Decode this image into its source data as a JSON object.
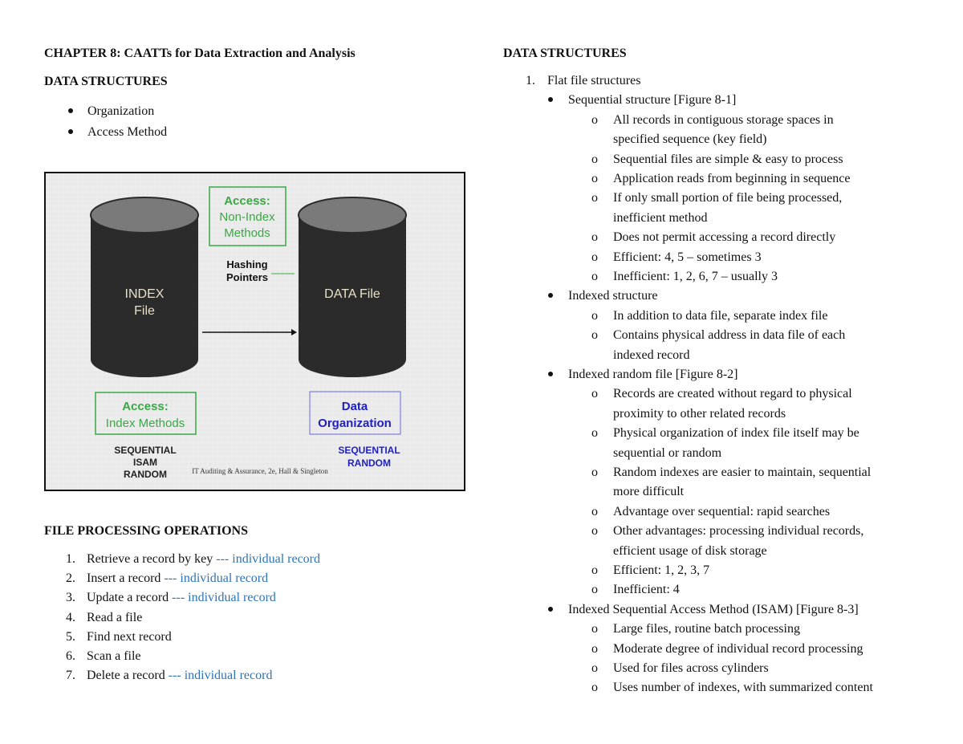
{
  "left": {
    "chapter_title": "CHAPTER 8: CAATTs for Data Extraction and Analysis",
    "section_title": "DATA STRUCTURES",
    "bullets": [
      "Organization",
      "Access Method"
    ],
    "figure": {
      "access_non_index": [
        "Access:",
        "Non-Index",
        "Methods"
      ],
      "hashing_pointers": [
        "Hashing",
        "Pointers"
      ],
      "index_file": [
        "INDEX",
        "File"
      ],
      "data_file": "DATA File",
      "access_index": [
        "Access:",
        "Index Methods"
      ],
      "data_organization": [
        "Data",
        "Organization"
      ],
      "index_methods_list": [
        "SEQUENTIAL",
        "ISAM",
        "RANDOM"
      ],
      "data_org_list": [
        "SEQUENTIAL",
        "RANDOM"
      ],
      "credit": "IT Auditing & Assurance, 2e, Hall & Singleton"
    },
    "ops_title": "FILE PROCESSING OPERATIONS",
    "ops": [
      {
        "num": "1.",
        "text": "Retrieve a record by key",
        "note": "--- individual record"
      },
      {
        "num": "2.",
        "text": "Insert a record",
        "note": "--- individual record"
      },
      {
        "num": "3.",
        "text": "Update a record",
        "note": "--- individual record"
      },
      {
        "num": "4.",
        "text": "Read a file",
        "note": ""
      },
      {
        "num": "5.",
        "text": "Find next record",
        "note": ""
      },
      {
        "num": "6.",
        "text": "Scan a file",
        "note": ""
      },
      {
        "num": "7.",
        "text": "Delete a record",
        "note": "--- individual record"
      }
    ]
  },
  "right": {
    "title": "DATA STRUCTURES",
    "lines": [
      {
        "level": 0,
        "marker": "1.",
        "text": "Flat file structures"
      },
      {
        "level": 1,
        "marker": "bullet",
        "text": "Sequential structure [Figure 8-1]"
      },
      {
        "level": 2,
        "marker": "o",
        "text": "All records in contiguous storage spaces in"
      },
      {
        "level": 3,
        "marker": "",
        "text": "specified sequence (key field)"
      },
      {
        "level": 2,
        "marker": "o",
        "text": "Sequential files are simple & easy to process"
      },
      {
        "level": 2,
        "marker": "o",
        "text": "Application reads from beginning in sequence"
      },
      {
        "level": 2,
        "marker": "o",
        "text": "If only small portion of file being processed,"
      },
      {
        "level": 3,
        "marker": "",
        "text": "inefficient method"
      },
      {
        "level": 2,
        "marker": "o",
        "text": "Does not permit accessing a record directly"
      },
      {
        "level": 2,
        "marker": "o",
        "text": "Efficient: 4, 5 – sometimes 3"
      },
      {
        "level": 2,
        "marker": "o",
        "text": "Inefficient: 1, 2, 6, 7 – usually 3"
      },
      {
        "level": 1,
        "marker": "bullet",
        "text": "Indexed structure"
      },
      {
        "level": 2,
        "marker": "o",
        "text": "In addition to data file, separate index file"
      },
      {
        "level": 2,
        "marker": "o",
        "text": "Contains physical address in data file of each"
      },
      {
        "level": 3,
        "marker": "",
        "text": "indexed record"
      },
      {
        "level": 1,
        "marker": "bullet",
        "text": "Indexed random file [Figure 8-2]"
      },
      {
        "level": 2,
        "marker": "o",
        "text": "Records are created without regard to physical"
      },
      {
        "level": 3,
        "marker": "",
        "text": "proximity to other related records"
      },
      {
        "level": 2,
        "marker": "o",
        "text": "Physical organization of index file itself may be"
      },
      {
        "level": 3,
        "marker": "",
        "text": "sequential or random"
      },
      {
        "level": 2,
        "marker": "o",
        "text": "Random indexes are easier to maintain, sequential"
      },
      {
        "level": 3,
        "marker": "",
        "text": "more difficult"
      },
      {
        "level": 2,
        "marker": "o",
        "text": "Advantage over sequential: rapid searches"
      },
      {
        "level": 2,
        "marker": "o",
        "text": "Other advantages: processing individual records,"
      },
      {
        "level": 3,
        "marker": "",
        "text": "efficient usage of disk storage"
      },
      {
        "level": 2,
        "marker": "o",
        "text": "Efficient: 1, 2, 3, 7"
      },
      {
        "level": 2,
        "marker": "o",
        "text": "Inefficient: 4"
      },
      {
        "level": 1,
        "marker": "bullet",
        "text": "Indexed Sequential Access Method (ISAM) [Figure 8-3]"
      },
      {
        "level": 2,
        "marker": "o",
        "text": "Large files, routine batch processing"
      },
      {
        "level": 2,
        "marker": "o",
        "text": "Moderate degree of individual record processing"
      },
      {
        "level": 2,
        "marker": "o",
        "text": "Used for files across cylinders"
      },
      {
        "level": 2,
        "marker": "o",
        "text": "Uses number of indexes, with summarized content"
      }
    ]
  },
  "colors": {
    "note_blue": "#2e74b5",
    "figure_green": "#3aa845",
    "figure_blue": "#2020c0",
    "cylinder": "#2b2b2b"
  }
}
